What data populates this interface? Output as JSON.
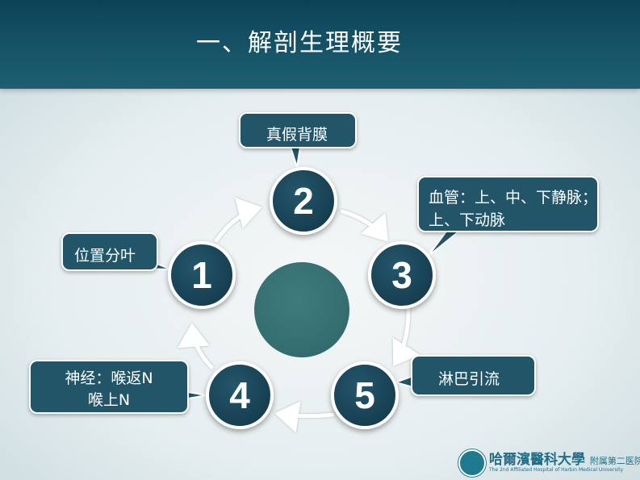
{
  "slide": {
    "title": "一、解剖生理概要"
  },
  "cycle": {
    "nodes": [
      {
        "number": "1",
        "label": "位置分叶"
      },
      {
        "number": "2",
        "label": "真假背膜"
      },
      {
        "number": "3",
        "label_lines": [
          "血管：上、中、下静脉；",
          "上、下动脉"
        ]
      },
      {
        "number": "4",
        "label_lines": [
          "神经：喉返N",
          "喉上N"
        ]
      },
      {
        "number": "5",
        "label": "淋巴引流"
      }
    ]
  },
  "logo": {
    "name": "哈爾濱醫科大學",
    "affiliate": "附属第二医院",
    "english": "The 2nd Affiliated Hospital of Harbin Medical University"
  },
  "colors": {
    "header": "#0d4256",
    "node": "#173f52",
    "callout": "#215567",
    "center": "#356f72"
  }
}
